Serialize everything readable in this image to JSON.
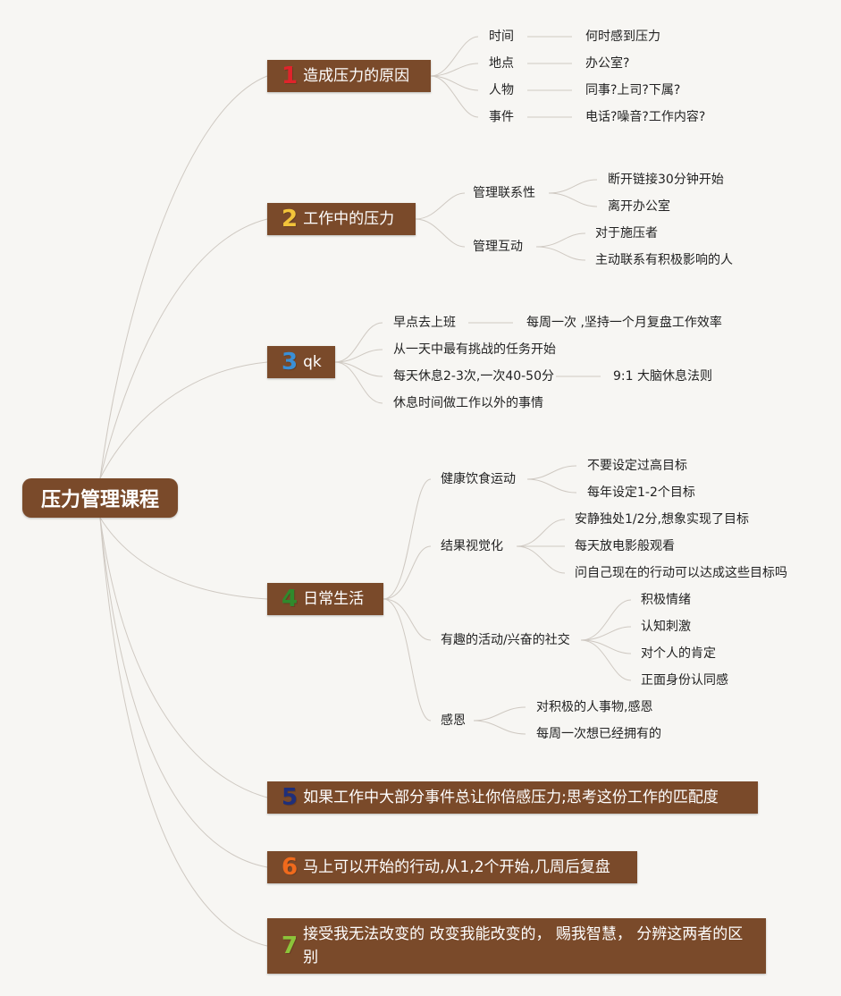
{
  "root": "压力管理课程",
  "topics": [
    {
      "num": "1",
      "num_color": "#e0242b",
      "label": "造成压力的原因",
      "children": [
        {
          "label": "时间",
          "leaf": "何时感到压力"
        },
        {
          "label": "地点",
          "leaf": "办公室?"
        },
        {
          "label": "人物",
          "leaf": "同事?上司?下属?"
        },
        {
          "label": "事件",
          "leaf": "电话?噪音?工作内容?"
        }
      ]
    },
    {
      "num": "2",
      "num_color": "#f2c43a",
      "label": "工作中的压力",
      "children": [
        {
          "label": "管理联系性",
          "subs": [
            "断开链接30分钟开始",
            "离开办公室"
          ]
        },
        {
          "label": "管理互动",
          "subs": [
            "对于施压者",
            "主动联系有积极影响的人"
          ]
        }
      ]
    },
    {
      "num": "3",
      "num_color": "#3a8fd6",
      "label": "qk",
      "children": [
        {
          "label": "早点去上班",
          "leaf": "每周一次 ,坚持一个月复盘工作效率"
        },
        {
          "label": "从一天中最有挑战的任务开始"
        },
        {
          "label": "每天休息2-3次,一次40-50分",
          "leaf": "9:1 大脑休息法则"
        },
        {
          "label": "休息时间做工作以外的事情"
        }
      ]
    },
    {
      "num": "4",
      "num_color": "#2f8a2c",
      "label": "日常生活",
      "children": [
        {
          "label": "健康饮食运动",
          "subs": [
            "不要设定过高目标",
            "每年设定1-2个目标"
          ]
        },
        {
          "label": "结果视觉化",
          "subs": [
            "安静独处1/2分,想象实现了目标",
            "每天放电影般观看",
            "问自己现在的行动可以达成这些目标吗"
          ]
        },
        {
          "label": "有趣的活动/兴奋的社交",
          "subs": [
            "积极情绪",
            "认知刺激",
            "对个人的肯定",
            "正面身份认同感"
          ]
        },
        {
          "label": "感恩",
          "subs": [
            "对积极的人事物,感恩",
            "每周一次想已经拥有的"
          ]
        }
      ]
    },
    {
      "num": "5",
      "num_color": "#1f2f7a",
      "label": "如果工作中大部分事件总让你倍感压力;思考这份工作的匹配度"
    },
    {
      "num": "6",
      "num_color": "#f06a1c",
      "label": "马上可以开始的行动,从1,2个开始,几周后复盘"
    },
    {
      "num": "7",
      "num_color": "#8cc43a",
      "label": "接受我无法改变的 改变我能改变的， 赐我智慧， 分辨这两者的区别"
    }
  ]
}
